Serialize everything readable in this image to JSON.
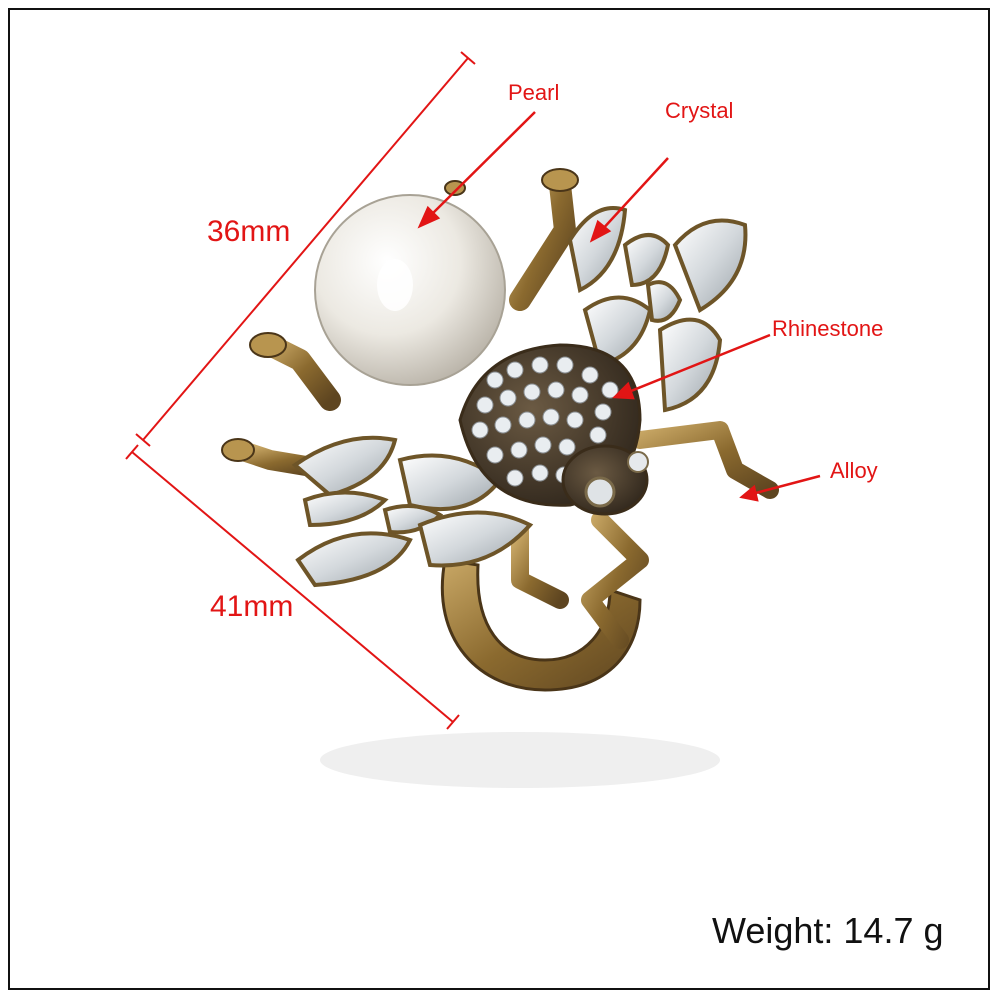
{
  "product_image": {
    "subject": "bee-shaped cocktail ring",
    "dimensions": {
      "length_a": "36mm",
      "length_b": "41mm"
    },
    "callouts": {
      "pearl": "Pearl",
      "crystal": "Crystal",
      "rhinestone": "Rhinestone",
      "alloy": "Alloy"
    },
    "weight": "Weight: 14.7 g",
    "colors": {
      "annotation": "#e21515",
      "metal": "#9a7a3c",
      "crystal": "#e8ecef",
      "pearl": "#f3f1ec"
    }
  }
}
